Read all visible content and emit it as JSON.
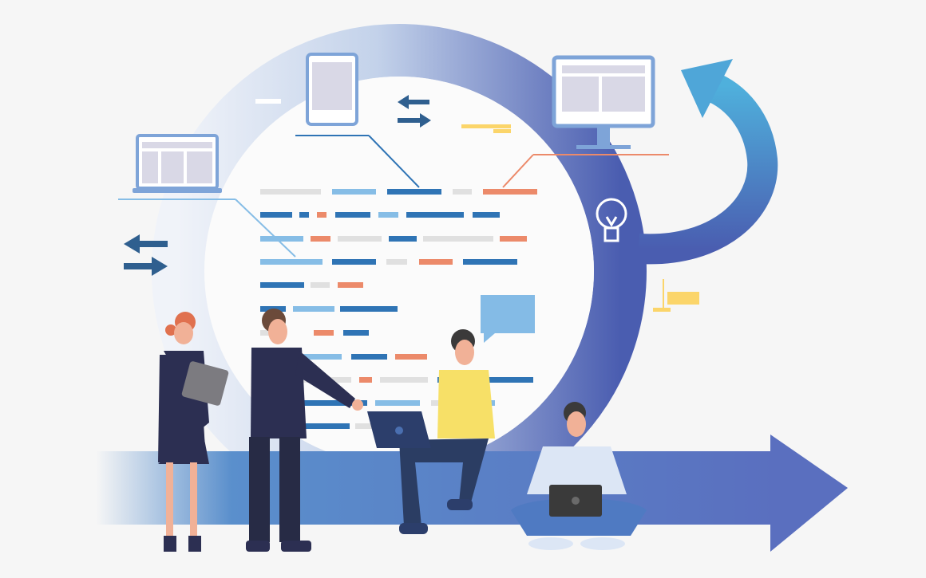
{
  "colors": {
    "background": "#f6f6f6",
    "ring_dark": "#4a5db0",
    "ring_light": "#e8eef8",
    "cycle_arrow": "#4aa6d6",
    "dash_dark": "#2f74b5",
    "dash_light": "#86bde6",
    "dash_orange": "#ec8a6a",
    "dash_gray": "#e0e0e0",
    "suit": "#2c2f52",
    "shirt_yellow": "#f7e067",
    "hair": "#3b3a3a",
    "hair_red": "#e0714f",
    "skin": "#f1b197",
    "chat_bubble": "#84bbe6",
    "sticky_yellow": "#fbd56a"
  },
  "elements": [
    "cycle-ring",
    "forward-arrow",
    "return-arrow",
    "laptop-wireframe",
    "tablet-wireframe",
    "monitor-wireframe",
    "lightbulb",
    "swap-arrows",
    "code-lines",
    "chat-bubble",
    "team-members"
  ]
}
